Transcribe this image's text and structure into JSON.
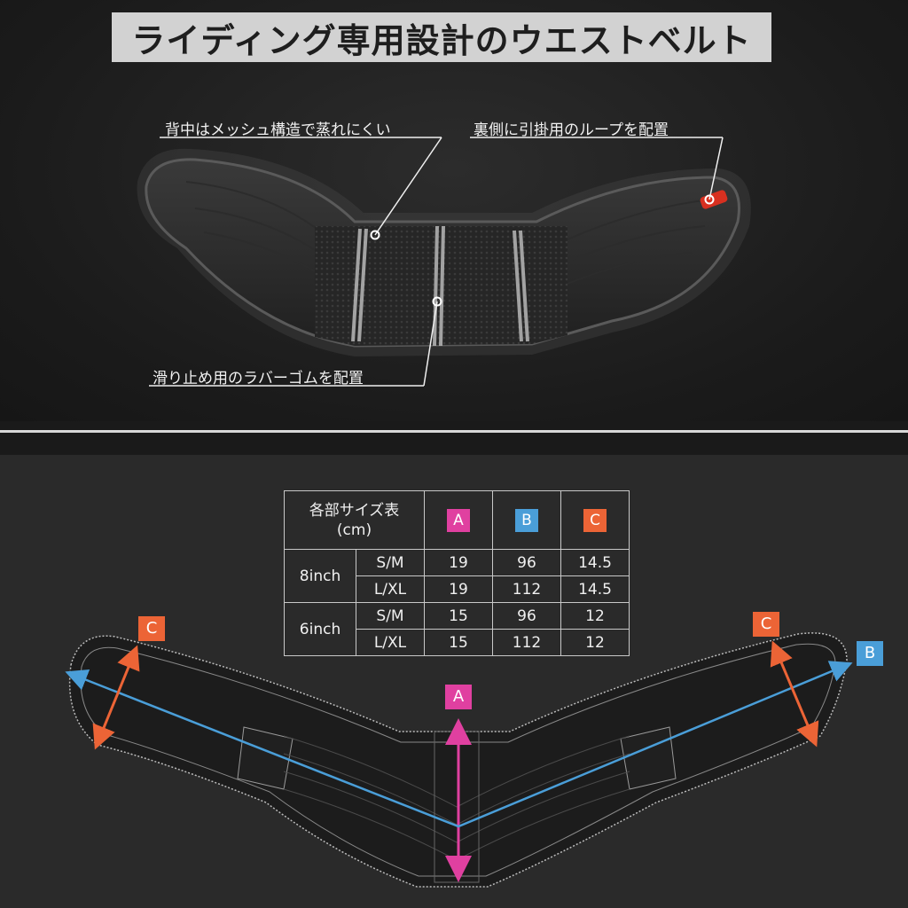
{
  "title": "ライディング専用設計のウエストベルト",
  "callouts": {
    "mesh": "背中はメッシュ構造で蒸れにくい",
    "loop": "裏側に引掛用のループを配置",
    "rubber": "滑り止め用のラバーゴムを配置"
  },
  "size_table": {
    "header_label_line1": "各部サイズ表",
    "header_label_line2": "(cm)",
    "columns": [
      "A",
      "B",
      "C"
    ],
    "groups": [
      {
        "name": "8inch",
        "rows": [
          {
            "size": "S/M",
            "values": [
              "19",
              "96",
              "14.5"
            ]
          },
          {
            "size": "L/XL",
            "values": [
              "19",
              "112",
              "14.5"
            ]
          }
        ]
      },
      {
        "name": "6inch",
        "rows": [
          {
            "size": "S/M",
            "values": [
              "15",
              "96",
              "12"
            ]
          },
          {
            "size": "L/XL",
            "values": [
              "15",
              "112",
              "12"
            ]
          }
        ]
      }
    ]
  },
  "diagram_labels": {
    "a": "A",
    "b": "B",
    "c_left": "C",
    "c_right": "C"
  },
  "colors": {
    "A": "#e040a0",
    "B": "#4a9ed8",
    "C": "#ec6436",
    "loop_accent": "#d83020"
  }
}
